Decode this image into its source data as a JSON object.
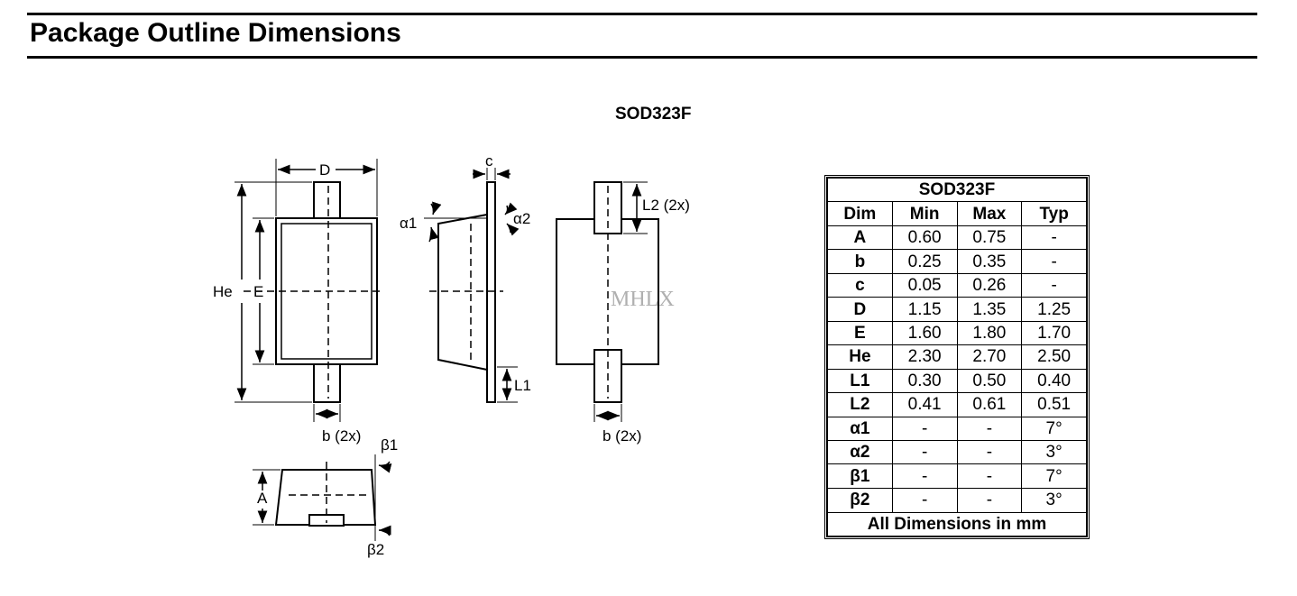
{
  "header": {
    "title": "Package Outline Dimensions"
  },
  "package": {
    "name": "SOD323F"
  },
  "drawing": {
    "labels": {
      "D": "D",
      "c": "c",
      "He": "He",
      "E": "E",
      "alpha1": "α1",
      "alpha2": "α2",
      "L2": "L2 (2x)",
      "L1": "L1",
      "b_left": "b (2x)",
      "b_right": "b (2x)",
      "beta1": "β1",
      "beta2": "β2",
      "A": "A"
    },
    "watermark": "MHLX"
  },
  "table": {
    "title": "SOD323F",
    "columns": [
      "Dim",
      "Min",
      "Max",
      "Typ"
    ],
    "rows": [
      [
        "A",
        "0.60",
        "0.75",
        "-"
      ],
      [
        "b",
        "0.25",
        "0.35",
        "-"
      ],
      [
        "c",
        "0.05",
        "0.26",
        "-"
      ],
      [
        "D",
        "1.15",
        "1.35",
        "1.25"
      ],
      [
        "E",
        "1.60",
        "1.80",
        "1.70"
      ],
      [
        "He",
        "2.30",
        "2.70",
        "2.50"
      ],
      [
        "L1",
        "0.30",
        "0.50",
        "0.40"
      ],
      [
        "L2",
        "0.41",
        "0.61",
        "0.51"
      ],
      [
        "α1",
        "-",
        "-",
        "7°"
      ],
      [
        "α2",
        "-",
        "-",
        "3°"
      ],
      [
        "β1",
        "-",
        "-",
        "7°"
      ],
      [
        "β2",
        "-",
        "-",
        "3°"
      ]
    ],
    "footer": "All Dimensions in mm"
  }
}
